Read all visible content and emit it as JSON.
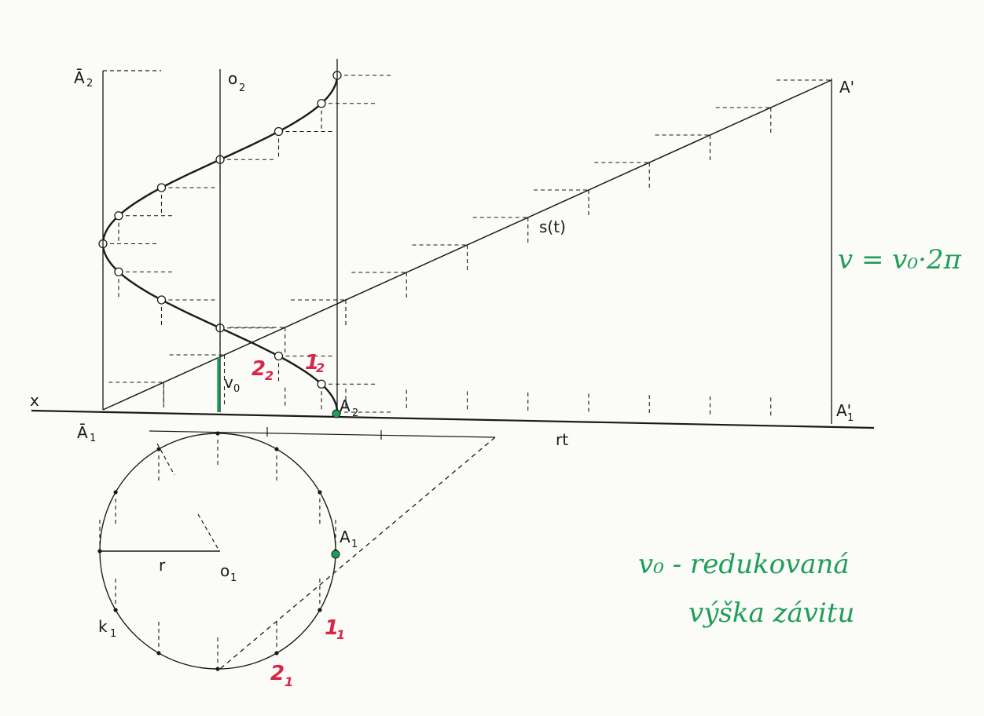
{
  "labels": {
    "a2_bar": "Ā",
    "a2_bar_sub": "2",
    "o2": "o",
    "o2_sub": "2",
    "a_prime": "A'",
    "x_axis": "x",
    "a1_bar": "Ā",
    "a1_bar_sub": "1",
    "a2": "A",
    "a2_sub": "2",
    "a1_prime": "A'",
    "a1_prime_sub": "1",
    "rt": "rt",
    "s_t": "s(t)",
    "v0": "v",
    "v0_sub": "0",
    "a1": "A",
    "a1_sub": "1",
    "r": "r",
    "o1": "o",
    "o1_sub": "1",
    "k1": "k",
    "k1_sub": "1"
  },
  "red_labels": {
    "one_2": "1",
    "one_2_sub": "2",
    "two_2": "2",
    "two_2_sub": "2",
    "one_1": "1",
    "one_1_sub": "1",
    "two_1": "2",
    "two_1_sub": "1"
  },
  "formula": "v = v₀·2π",
  "note_line1": "v₀ - redukovaná",
  "note_line2": "výška závitu",
  "colors": {
    "ink": "#1a1a1a",
    "red": "#d8264a",
    "green": "#1e9e57",
    "paper": "#fbfbf8"
  }
}
